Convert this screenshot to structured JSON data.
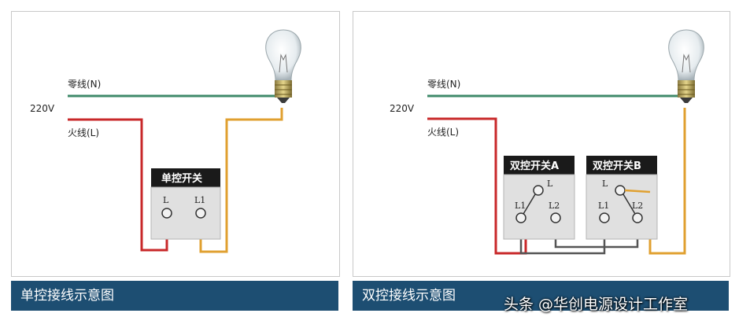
{
  "left": {
    "neutral_label": "零线(N)",
    "voltage_label": "220V",
    "live_label": "火线(L)",
    "switch_title": "单控开关",
    "terminal_l": "L",
    "terminal_l1": "L1",
    "caption": "单控接线示意图"
  },
  "right": {
    "neutral_label": "零线(N)",
    "voltage_label": "220V",
    "live_label": "火线(L)",
    "switch_a_title": "双控开关A",
    "switch_b_title": "双控开关B",
    "switch_a_terminals": [
      "L",
      "L1",
      "L2"
    ],
    "switch_b_terminals": [
      "L",
      "L1",
      "L2"
    ],
    "caption": "双控接线示意图"
  },
  "watermark": "头条 @华创电源设计工作室",
  "colors": {
    "neutral_wire": "#3f8a6a",
    "live_wire": "#c8282a",
    "lamp_wire": "#e0a030",
    "traveler_wire": "#555555",
    "caption_bar": "#1d4e72",
    "switch_title_bg": "#1a1a1a",
    "switch_body": "#e0e0e0"
  }
}
